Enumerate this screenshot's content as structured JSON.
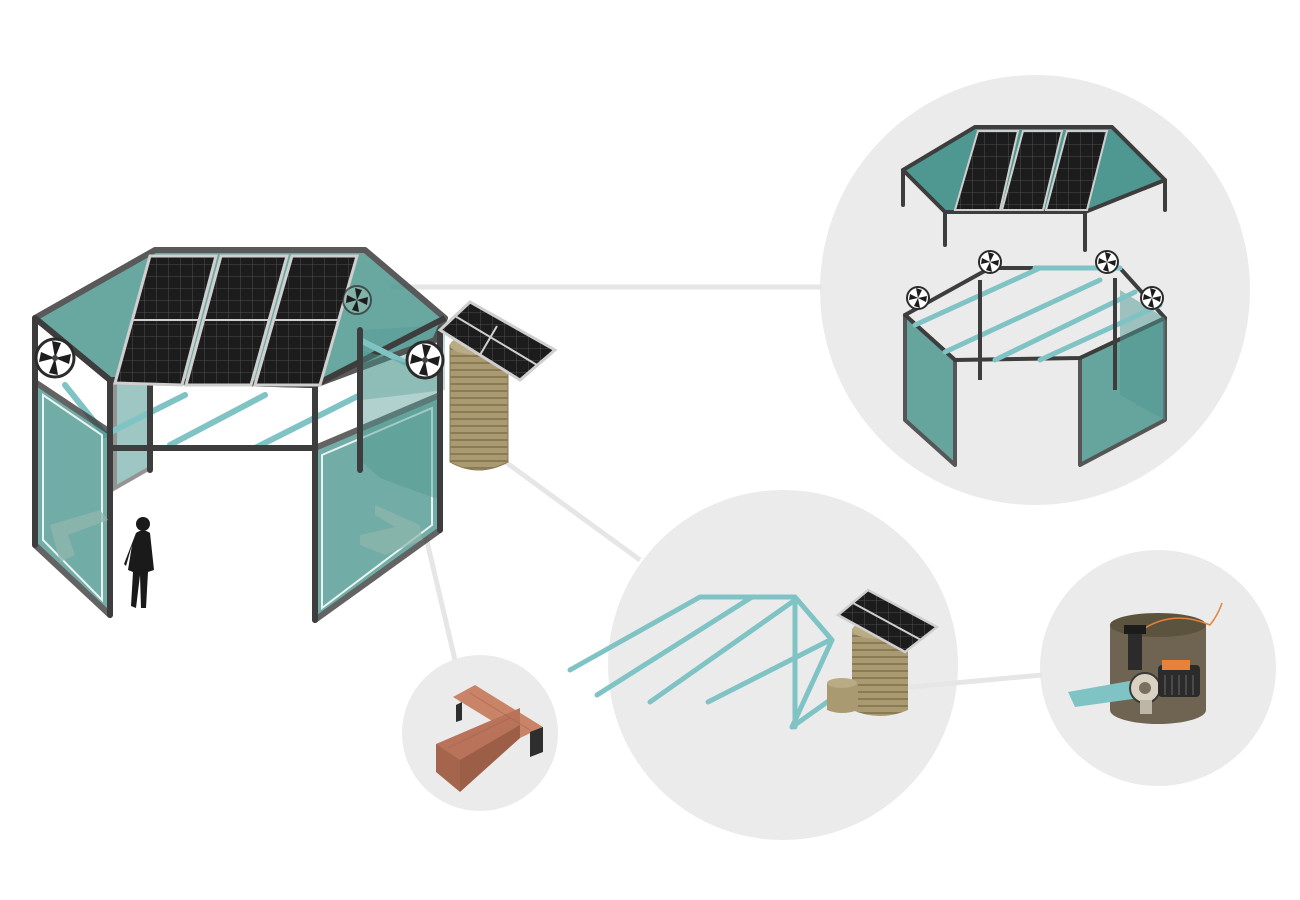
{
  "diagram": {
    "kind": "exploded isometric illustration of a solar-powered cooling shelter",
    "labels": [],
    "colors": {
      "background": "#ffffff",
      "callout_circle": "#ebebeb",
      "leader_line": "#e6e6e6",
      "frame": "#3d3d3d",
      "glass": "#4f9891",
      "glass_dark": "#3e7e78",
      "pipe": "#7fc3c4",
      "solar_panel": "#1c1c1c",
      "solar_frame": "#cfcfcf",
      "tank": "#a99a72",
      "tank_stripe": "#8a7b55",
      "bench_wood": "#b8735a",
      "bench_leg": "#2e2e2e",
      "pit_soil": "#6e6451",
      "cable": "#e8823a",
      "silhouette": "#1a1a1a"
    },
    "components": [
      {
        "id": "shelter",
        "icon": "shelter-structure"
      },
      {
        "id": "roof-solar-array",
        "icon": "solar-panel-icon"
      },
      {
        "id": "misting-fans",
        "icon": "fan-icon"
      },
      {
        "id": "water-tank",
        "icon": "tank-icon"
      },
      {
        "id": "bench",
        "icon": "bench-icon"
      },
      {
        "id": "mist-piping",
        "icon": "pipe-icon"
      },
      {
        "id": "pump",
        "icon": "pump-icon"
      }
    ]
  }
}
